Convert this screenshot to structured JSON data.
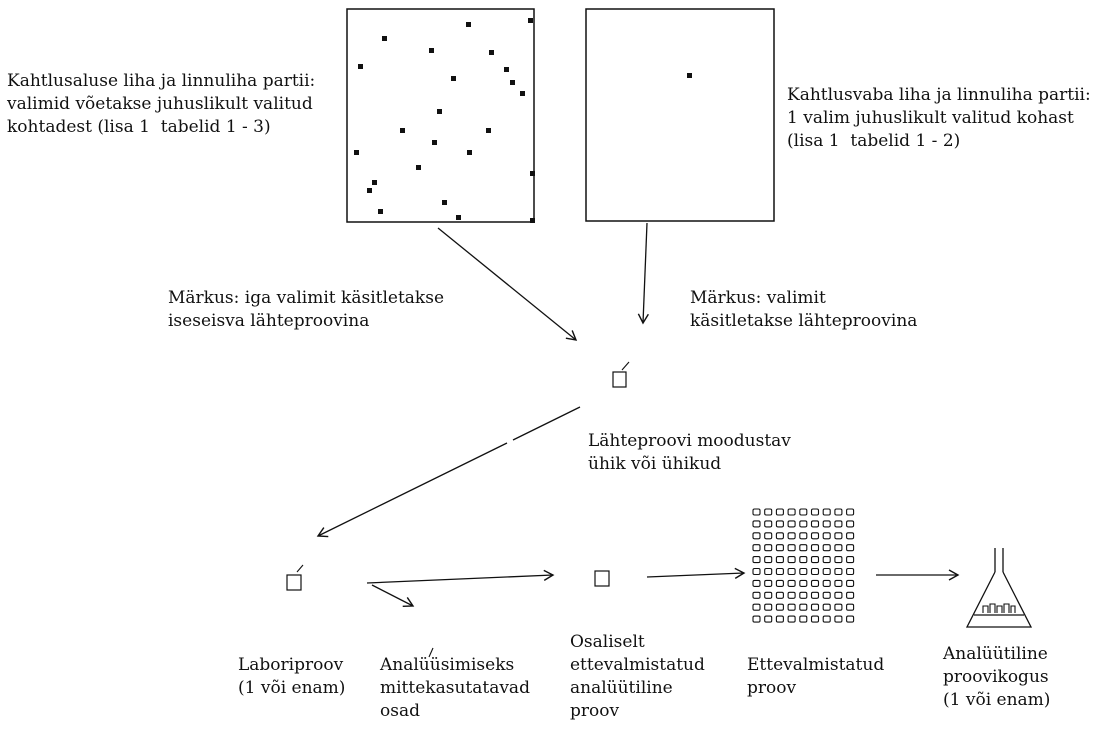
{
  "labels": {
    "contaminated_lot": "Kahtlusaluse liha ja linnuliha partii:\nvalimid võetakse juhuslikult valitud\nkohtadest (lisa 1  tabelid 1 - 3)",
    "clean_lot": "Kahtlusvaba liha ja linnuliha partii:\n1 valim juhuslikult valitud kohast\n(lisa 1  tabelid 1 - 2)",
    "note_left": "Märkus: iga valimit käsitletakse\niseseisva lähteproovina",
    "note_right": "Märkus: valimit\nkäsitletakse lähteproovina",
    "primary_sample": "Lähteproovi moodustav\nühik või ühikud",
    "lab_sample": "Laboriproov\n(1 või enam)",
    "unused_parts": "Analüüsimiseks\nmittekasutatavad\nosad",
    "partial_prepared": "Osaliselt\nettevalmistatud\nanalüütiline\nproov",
    "prepared": "Ettevalmistatud\nproov",
    "analytical_portion": "Analüütiline\nproovikogus\n(1 või enam)"
  },
  "colors": {
    "ink": "#111111",
    "background": "#ffffff"
  },
  "icons": [
    "sample-dot-icon",
    "sample-unit-icon",
    "test-tube-grid-icon",
    "analysis-flask-icon"
  ]
}
